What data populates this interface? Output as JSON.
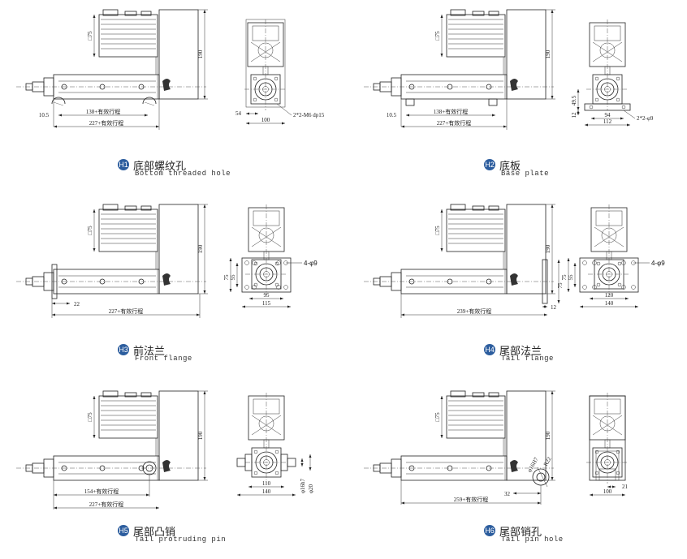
{
  "views": [
    {
      "id": "H1",
      "caption_zh": "底部螺纹孔",
      "caption_en": "Bottom threaded hole",
      "side_dims": [
        "□75",
        "190",
        "10.5",
        "138+有效行程",
        "227+有效行程"
      ],
      "end_dims": [
        "54",
        "100",
        "2*2-M6 dp15"
      ]
    },
    {
      "id": "H2",
      "caption_zh": "底板",
      "caption_en": "Base plate",
      "side_dims": [
        "□75",
        "190",
        "10.5",
        "138+有效行程",
        "227+有效行程"
      ],
      "end_dims": [
        "49.5",
        "12",
        "94",
        "112",
        "2*2-φ9"
      ]
    },
    {
      "id": "H3",
      "caption_zh": "前法兰",
      "caption_en": "Front flange",
      "side_dims": [
        "□75",
        "190",
        "22",
        "227+有效行程"
      ],
      "end_dims": [
        "75",
        "55",
        "95",
        "115",
        "4-φ9"
      ]
    },
    {
      "id": "H4",
      "caption_zh": "尾部法兰",
      "caption_en": "Tail flange",
      "side_dims": [
        "□75",
        "190",
        "75",
        "12",
        "239+有效行程"
      ],
      "end_dims": [
        "75",
        "55",
        "120",
        "140",
        "4-φ9"
      ]
    },
    {
      "id": "H5",
      "caption_zh": "尾部凸销",
      "caption_en": "Tail protruding pin",
      "side_dims": [
        "□75",
        "190",
        "154+有效行程",
        "227+有效行程"
      ],
      "end_dims": [
        "110",
        "140",
        "φ16h7",
        "φ20"
      ]
    },
    {
      "id": "H6",
      "caption_zh": "尾部销孔",
      "caption_en": "Tail pin hole",
      "side_dims": [
        "□75",
        "190",
        "φ16H7",
        "R22",
        "32",
        "259+有效行程"
      ],
      "end_dims": [
        "21",
        "100"
      ]
    }
  ]
}
